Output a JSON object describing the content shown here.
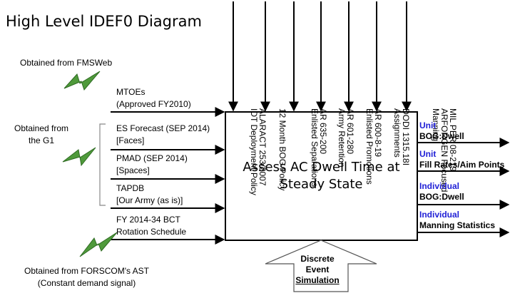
{
  "title": "High Level IDEF0 Diagram",
  "annotations": {
    "fmsweb": "Obtained from FMSWeb",
    "g1_line1": "Obtained from",
    "g1_line2": "the G1",
    "forscom_line1": "Obtained from FORSCOM's AST",
    "forscom_line2": "(Constant demand signal)"
  },
  "inputs": [
    {
      "line1": "MTOEs",
      "line2": "(Approved FY2010)"
    },
    {
      "line1": "ES Forecast (SEP 2014)",
      "line2": "[Faces]"
    },
    {
      "line1": "PMAD (SEP 2014)",
      "line2": "[Spaces]"
    },
    {
      "line1": "TAPDB",
      "line2": "[Our Army (as is)]"
    },
    {
      "line1": "FY 2014-34 BCT",
      "line2": "Rotation Schedule"
    }
  ],
  "controls": [
    {
      "line1": "ALARACT 253/2007",
      "line2": "IDT Deployment Policy"
    },
    {
      "line1": "12 Month BOG Policy",
      "line2": ""
    },
    {
      "line1": "AR 635-200",
      "line2": "Enlisted Separations"
    },
    {
      "line1": "AR 601-280",
      "line2": "Army Retention"
    },
    {
      "line1": "AR 600-8-19",
      "line2": "Enlisted Promotions"
    },
    {
      "line1": "DODI 1315.18I",
      "line2": "Assignments"
    },
    {
      "line1": "MIL PER 08-219",
      "line2": "ARFORGEN Focused",
      "line3": "Manning"
    }
  ],
  "process": {
    "line1": "Assess AC Dwell Time at",
    "line2": "Steady State"
  },
  "outputs": [
    {
      "level": "Unit",
      "metric": "BOG:Dwell"
    },
    {
      "level": "Unit",
      "metric": "Fill Rates/Aim Points"
    },
    {
      "level": "Individual",
      "metric": "BOG:Dwell"
    },
    {
      "level": "Individual",
      "metric": "Manning Statistics"
    }
  ],
  "mechanism": {
    "line1": "Discrete",
    "line2": "Event",
    "line3": "Simulation"
  },
  "colors": {
    "output_level": "#1f1fd6",
    "bolt": "#4f9a3b",
    "bolt_edge": "#2e6b22",
    "line": "#000000"
  }
}
